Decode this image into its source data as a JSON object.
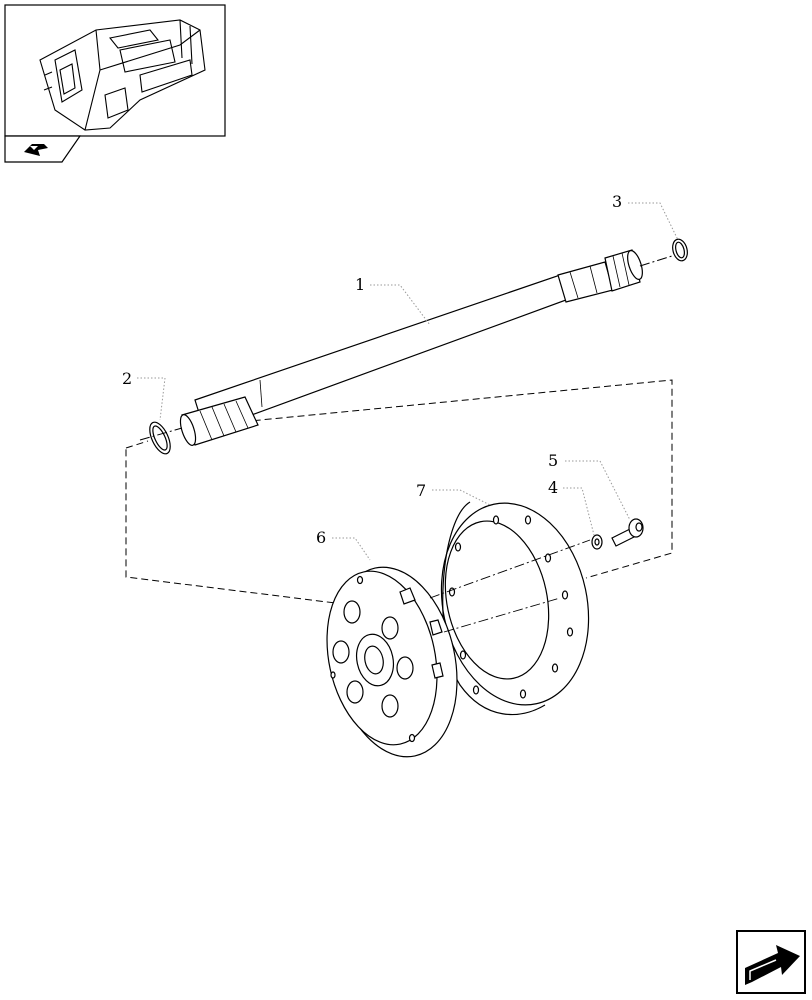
{
  "callouts": [
    {
      "id": "1",
      "label": "1"
    },
    {
      "id": "2",
      "label": "2"
    },
    {
      "id": "3",
      "label": "3"
    },
    {
      "id": "4",
      "label": "4"
    },
    {
      "id": "5",
      "label": "5"
    },
    {
      "id": "6",
      "label": "6"
    },
    {
      "id": "7",
      "label": "7"
    }
  ],
  "icons": {
    "nav_icon": "page-back-arrow-icon",
    "corner_icon": "next-page-arrow-icon"
  },
  "colors": {
    "line": "#000000",
    "background": "#ffffff",
    "leader": "#999999"
  }
}
